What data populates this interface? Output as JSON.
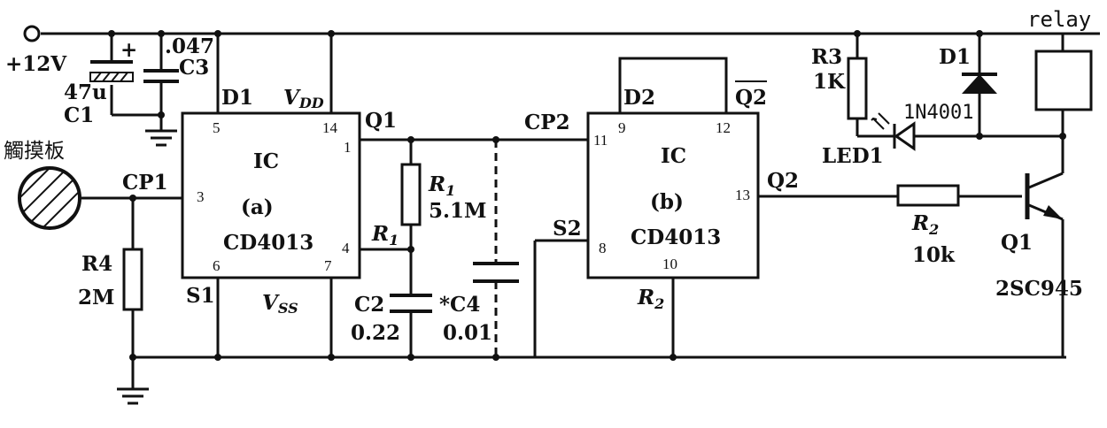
{
  "supply": {
    "label": "+12V"
  },
  "capacitors": {
    "c1_value": "47u",
    "c1_name": "C1",
    "c1_plus": "+",
    "c3_value": ".047",
    "c3_name": "C3",
    "c2_name": "C2",
    "c2_value": "0.22",
    "c4_name": "*C4",
    "c4_value": "0.01"
  },
  "touch": {
    "label": "觸摸板",
    "cp1": "CP1"
  },
  "r4": {
    "name": "R4",
    "value": "2M"
  },
  "ic_a": {
    "title": "IC",
    "sub": "(a)",
    "part": "CD4013",
    "d1": "D1",
    "vdd_main": "V",
    "vdd_sub": "DD",
    "s1": "S1",
    "vss_main": "V",
    "vss_sub": "SS",
    "q1": "Q1",
    "r1_main": "R",
    "r1_sub": "1",
    "pins": {
      "p5": "5",
      "p14": "14",
      "p1": "1",
      "p3": "3",
      "p4": "4",
      "p6": "6",
      "p7": "7"
    }
  },
  "r1": {
    "name_main": "R",
    "name_sub": "1",
    "value": "5.1M"
  },
  "ic_b": {
    "title": "IC",
    "sub": "(b)",
    "part": "CD4013",
    "d2": "D2",
    "q2bar": "Q2",
    "cp2": "CP2",
    "s2": "S2",
    "q2": "Q2",
    "r2_main": "R",
    "r2_sub": "2",
    "pins": {
      "p9": "9",
      "p12": "12",
      "p11": "11",
      "p13": "13",
      "p8": "8",
      "p10": "10"
    }
  },
  "r2": {
    "name_main": "R",
    "name_sub": "2",
    "value": "10k"
  },
  "r3": {
    "name": "R3",
    "value": "1K"
  },
  "d1": {
    "name": "D1",
    "part": "1N4001"
  },
  "led": {
    "name": "LED1"
  },
  "relay": {
    "label": "relay"
  },
  "q1": {
    "name": "Q1",
    "part": "2SC945"
  }
}
